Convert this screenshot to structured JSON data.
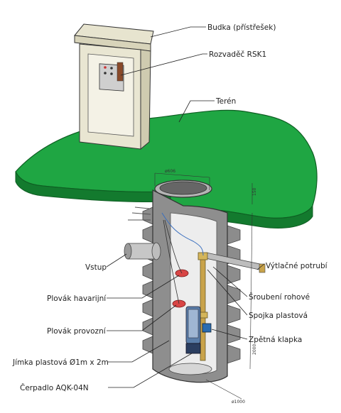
{
  "labels": {
    "budka": "Budka (přístřešek)",
    "rozvadec": "Rozvaděč RSK1",
    "teren": "Terén",
    "vstup": "Vstup",
    "vytlacne_potrubi": "Výtlačné potrubí",
    "plovak_havarijni": "Plovák havarijní",
    "sroubeni_rohove": "Šroubení rohové",
    "spojka_plastova": "Spojka plastová",
    "plovak_provozni": "Plovák provozní",
    "zpetna_klapka": "Zpětná klapka",
    "jimka": "Jímka plastová Ø1m x 2m",
    "cerpadlo": "Čerpadlo AQK-04N"
  },
  "dimensions": {
    "top_diameter": "ø606",
    "depth_small": "150",
    "height": "2000",
    "bottom_diameter": "ø1000"
  },
  "colors": {
    "terrain": "#1fa643",
    "terrain_edge": "#137a2e",
    "tank": "#9a9a9a",
    "tank_inner": "#e8e8e8",
    "float": "#d84545",
    "pump": "#2b6cb0",
    "pipe": "#c9a34a"
  }
}
